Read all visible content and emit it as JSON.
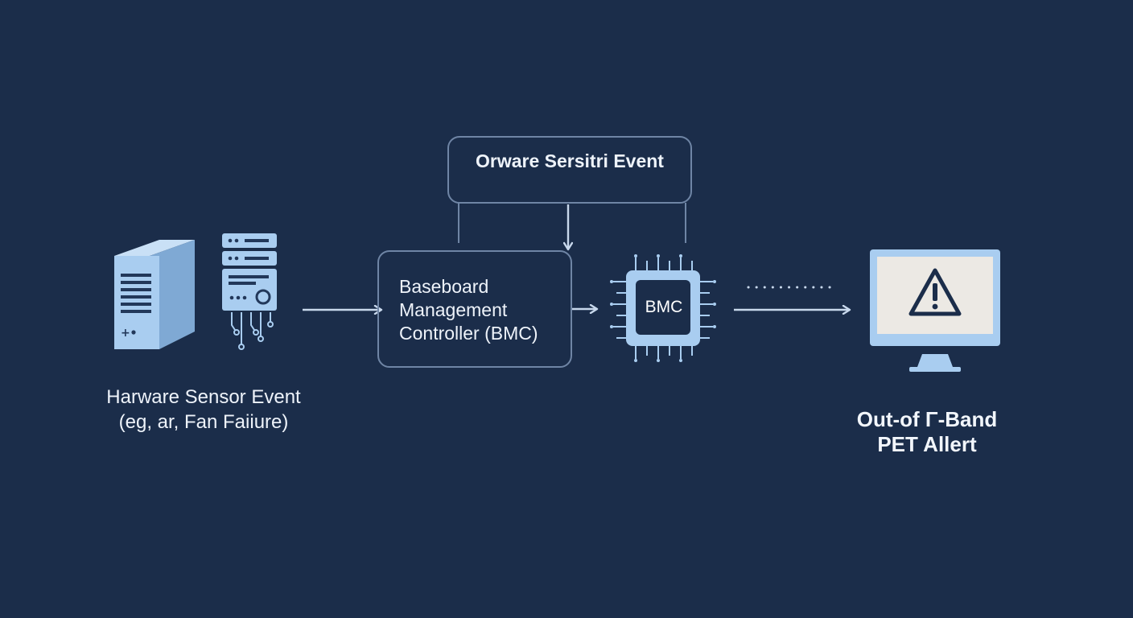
{
  "hardware_event": {
    "line1": "Harware Sensor Event",
    "line2": "(eg, ar, Fan Faiiure)"
  },
  "top_box": {
    "label": "Orware Sersitri  Event"
  },
  "bmc_box": {
    "line1": "Baseboard",
    "line2": "Management",
    "line3": "Controller (BMC)"
  },
  "bmc_chip": {
    "label": "BMC"
  },
  "alert": {
    "line1": "Out-of Γ-Band",
    "line2": "PET Allert"
  },
  "colors": {
    "background": "#1b2d4a",
    "icon_fill": "#a9cdf0",
    "icon_dark": "#22385a",
    "box_stroke": "#6f85a5",
    "arrow": "#c8d8ec",
    "screen": "#ece9e4"
  },
  "icons": [
    "server-tower-icon",
    "server-rack-icon",
    "bmc-chip-icon",
    "monitor-warning-icon"
  ]
}
